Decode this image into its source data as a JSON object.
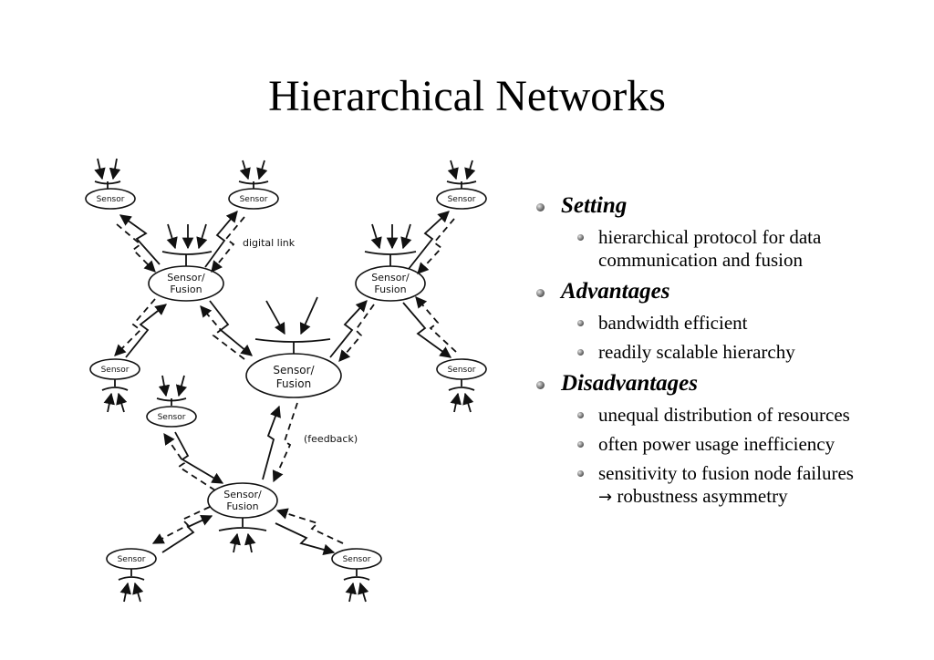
{
  "slide": {
    "title": "Hierarchical Networks"
  },
  "diagram": {
    "node_label_sensor": "Sensor",
    "node_label_fusion_line1": "Sensor/",
    "node_label_fusion_line2": "Fusion",
    "edge_label_digital_link": "digital link",
    "edge_label_feedback": "(feedback)"
  },
  "bullets": [
    {
      "heading": "Setting",
      "items": [
        {
          "text": "hierarchical protocol for data communication and fusion"
        }
      ]
    },
    {
      "heading": "Advantages",
      "items": [
        {
          "text": "bandwidth efficient"
        },
        {
          "text": "readily scalable hierarchy"
        }
      ]
    },
    {
      "heading": "Disadvantages",
      "items": [
        {
          "text": "unequal distribution of resources"
        },
        {
          "text": "often power usage inefficiency"
        },
        {
          "text": "sensitivity to fusion node failures"
        }
      ]
    }
  ],
  "last_item_continuation": {
    "arrow": "→",
    "text": "robustness asymmetry"
  }
}
